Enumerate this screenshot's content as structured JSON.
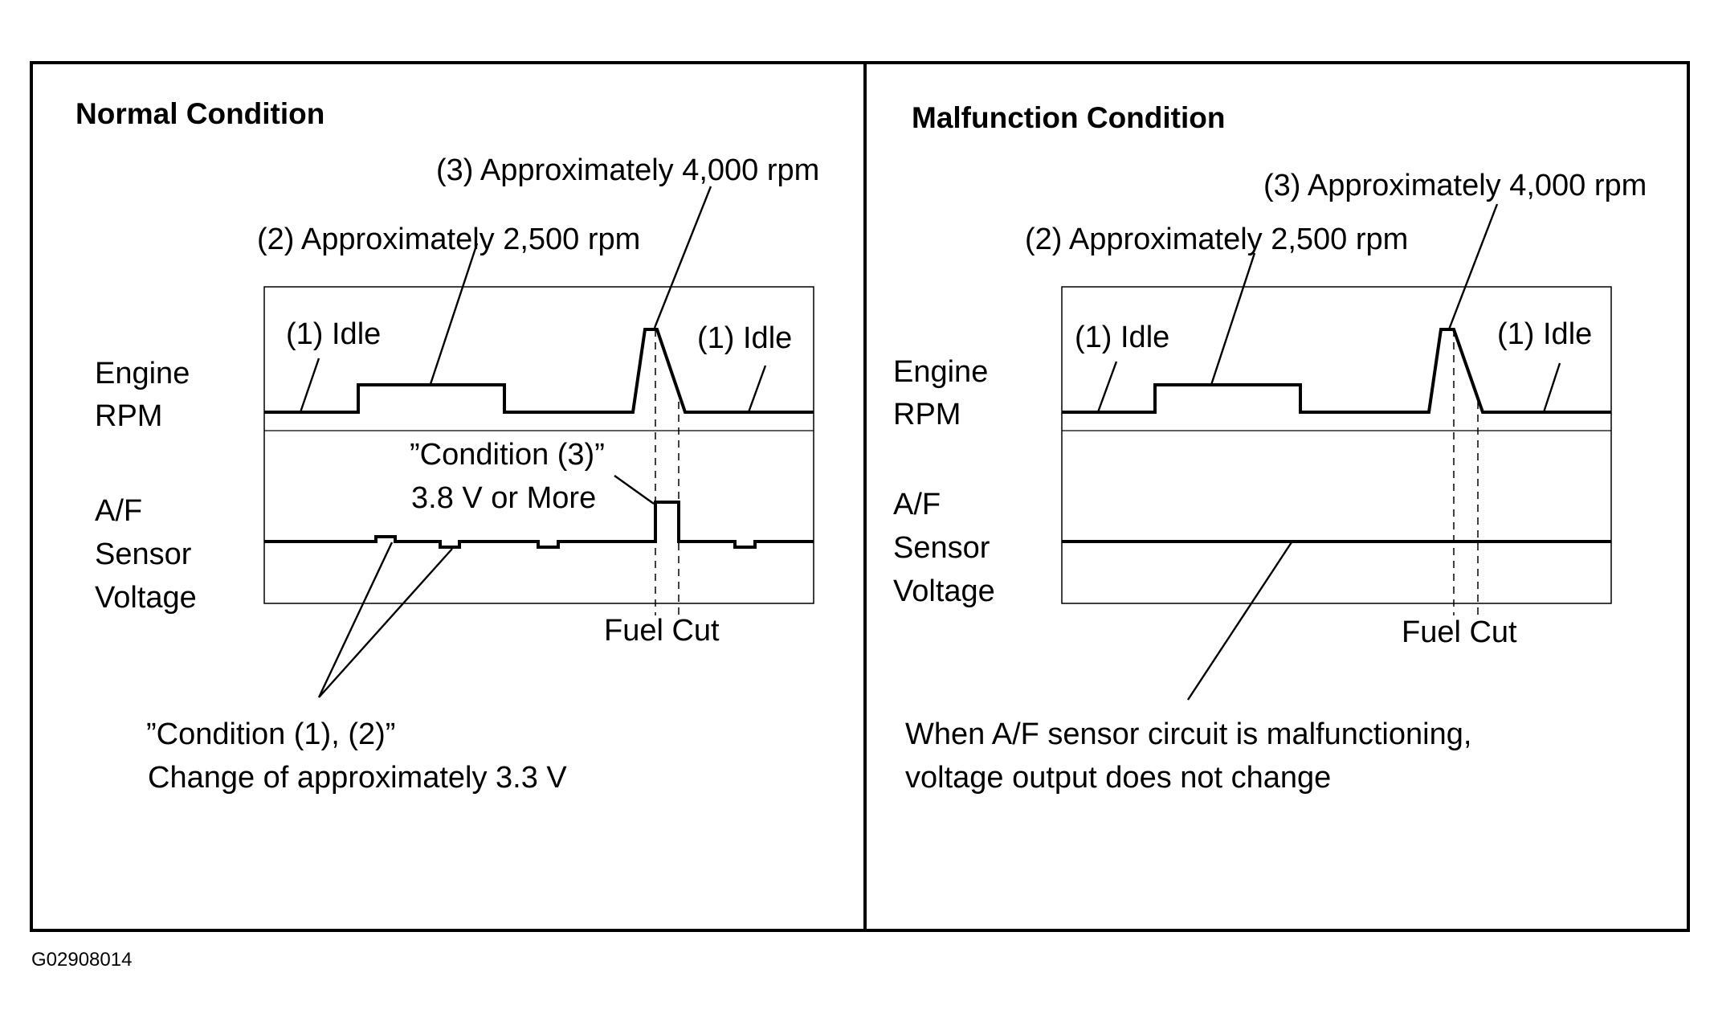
{
  "normal": {
    "title": "Normal Condition",
    "label_1000": "(3) Approximately 4,000 rpm",
    "label_2500": "(2) Approximately 2,500 rpm",
    "idle_left": "(1) Idle",
    "idle_right": "(1) Idle",
    "engine_rpm_line1": "Engine",
    "engine_rpm_line2": "RPM",
    "af_line1": "A/F",
    "af_line2": "Sensor",
    "af_line3": "Voltage",
    "condition3_line1": "”Condition (3)”",
    "condition3_line2": "3.8 V or More",
    "fuel_cut": "Fuel Cut",
    "condition12_line1": "”Condition (1), (2)”",
    "condition12_line2": "Change of approximately 3.3 V"
  },
  "malfunction": {
    "title": "Malfunction Condition",
    "label_1000": "(3) Approximately 4,000 rpm",
    "label_2500": "(2) Approximately 2,500 rpm",
    "idle_left": "(1) Idle",
    "idle_right": "(1) Idle",
    "engine_rpm_line1": "Engine",
    "engine_rpm_line2": "RPM",
    "af_line1": "A/F",
    "af_line2": "Sensor",
    "af_line3": "Voltage",
    "fuel_cut": "Fuel Cut",
    "note_line1": "When A/F sensor circuit is malfunctioning,",
    "note_line2": "voltage output does not change"
  },
  "figure_code": "G02908014"
}
